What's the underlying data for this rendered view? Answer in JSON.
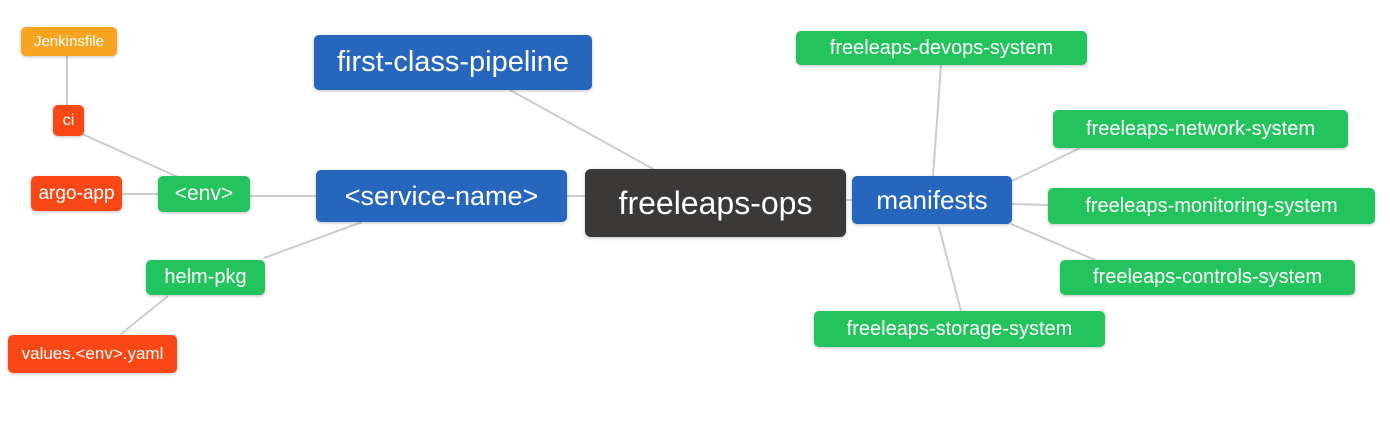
{
  "nodes": {
    "jenkinsfile": {
      "label": "Jenkinsfile",
      "color": "#f7a521"
    },
    "ci": {
      "label": "ci",
      "color": "#f94816"
    },
    "argo_app": {
      "label": "argo-app",
      "color": "#f94816"
    },
    "env": {
      "label": "<env>",
      "color": "#23c45e"
    },
    "first_class_pipeline": {
      "label": "first-class-pipeline",
      "color": "#2766bd"
    },
    "service_name": {
      "label": "<service-name>",
      "color": "#2766bd"
    },
    "freeleaps_ops": {
      "label": "freeleaps-ops",
      "color": "#3b3838"
    },
    "manifests": {
      "label": "manifests",
      "color": "#2766bd"
    },
    "devops_system": {
      "label": "freeleaps-devops-system",
      "color": "#23c45e"
    },
    "network_system": {
      "label": "freeleaps-network-system",
      "color": "#23c45e"
    },
    "monitoring_system": {
      "label": "freeleaps-monitoring-system",
      "color": "#23c45e"
    },
    "controls_system": {
      "label": "freeleaps-controls-system",
      "color": "#23c45e"
    },
    "storage_system": {
      "label": "freeleaps-storage-system",
      "color": "#23c45e"
    },
    "helm_pkg": {
      "label": "helm-pkg",
      "color": "#23c45e"
    },
    "values_yaml": {
      "label": "values.<env>.yaml",
      "color": "#f94816"
    }
  },
  "edges": [
    {
      "from": "jenkinsfile",
      "to": "ci"
    },
    {
      "from": "ci",
      "to": "env"
    },
    {
      "from": "argo_app",
      "to": "env"
    },
    {
      "from": "env",
      "to": "service_name"
    },
    {
      "from": "helm_pkg",
      "to": "service_name"
    },
    {
      "from": "values_yaml",
      "to": "helm_pkg"
    },
    {
      "from": "first_class_pipeline",
      "to": "freeleaps_ops"
    },
    {
      "from": "service_name",
      "to": "freeleaps_ops"
    },
    {
      "from": "freeleaps_ops",
      "to": "manifests"
    },
    {
      "from": "manifests",
      "to": "devops_system"
    },
    {
      "from": "manifests",
      "to": "network_system"
    },
    {
      "from": "manifests",
      "to": "monitoring_system"
    },
    {
      "from": "manifests",
      "to": "controls_system"
    },
    {
      "from": "manifests",
      "to": "storage_system"
    }
  ],
  "palette": {
    "orange": "#f7a521",
    "red_orange": "#f94816",
    "green": "#23c45e",
    "blue": "#2766bd",
    "dark_gray": "#3b3838",
    "edge_gray": "#cccccc",
    "background": "#ffffff",
    "node_text": "#ffffff"
  }
}
